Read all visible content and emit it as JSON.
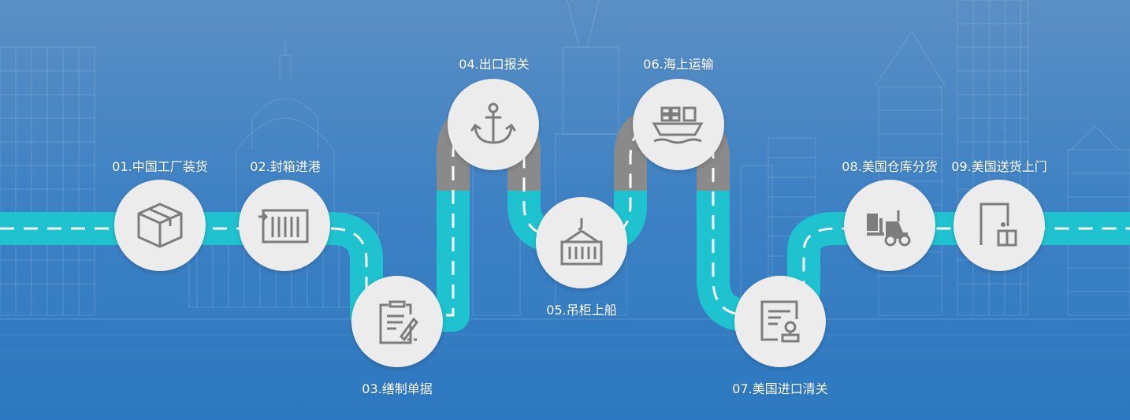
{
  "colors": {
    "road_teal": "#1ec3cf",
    "road_gray": "#8a8a8a",
    "dash": "#ffffff",
    "circle": "#ececec",
    "icon": "#7d7d7d",
    "label": "#ffffff"
  },
  "steps": [
    {
      "label": "01.中国工厂装货",
      "icon": "box-icon"
    },
    {
      "label": "02.封箱进港",
      "icon": "container-icon"
    },
    {
      "label": "03.缮制单据",
      "icon": "clipboard-icon"
    },
    {
      "label": "04.出口报关",
      "icon": "anchor-icon"
    },
    {
      "label": "05.吊柜上船",
      "icon": "crane-container-icon"
    },
    {
      "label": "06.海上运输",
      "icon": "cargo-ship-icon"
    },
    {
      "label": "07.美国进口清关",
      "icon": "stamp-document-icon"
    },
    {
      "label": "08.美国仓库分货",
      "icon": "forklift-icon"
    },
    {
      "label": "09.美国送货上门",
      "icon": "door-box-icon"
    }
  ]
}
